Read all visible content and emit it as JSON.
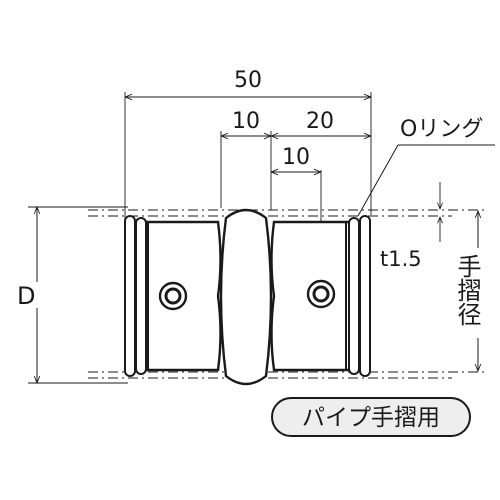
{
  "dimensions": {
    "overall": "50",
    "left_offset": "10",
    "right_offset": "20",
    "inner": "10",
    "thickness": "t1.5",
    "diameter": "D"
  },
  "labels": {
    "o_ring": "Oリング",
    "rail_diameter": "手摺径",
    "badge": "パイプ手摺用"
  },
  "colors": {
    "line": "#1a1a1a",
    "metal_fill": "#ffffff",
    "badge_fill": "#eeeeee"
  }
}
